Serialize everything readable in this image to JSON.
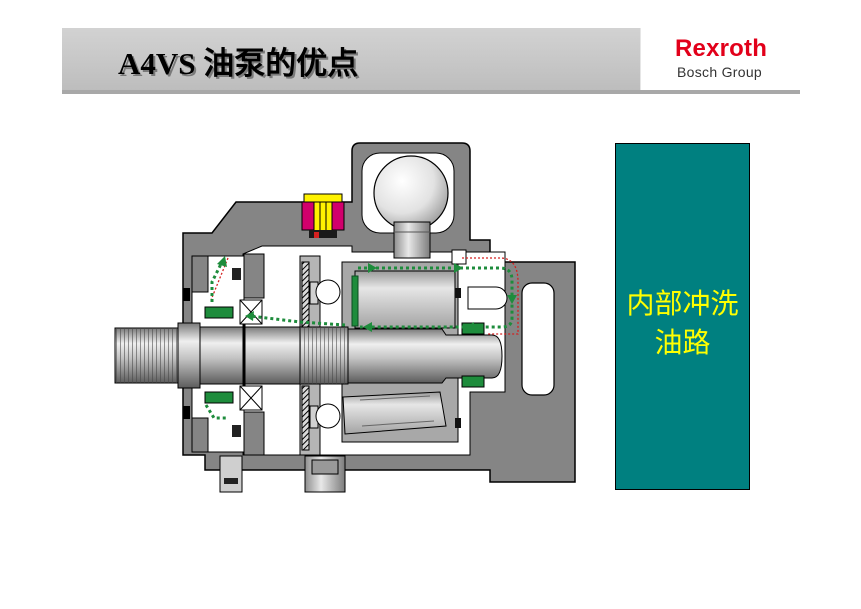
{
  "slide": {
    "title": "A4VS 油泵的优点"
  },
  "logo": {
    "brand": "Rexroth",
    "group": "Bosch Group"
  },
  "callout": {
    "lines": [
      "内部冲洗",
      "油路"
    ]
  },
  "colors": {
    "brand_red": "#e2001a",
    "callout_background": "#008080",
    "callout_text": "#ffff00",
    "flushing_path": "#1e8c3c",
    "flushing_boundary": "#d42020",
    "housing": "#858585"
  }
}
